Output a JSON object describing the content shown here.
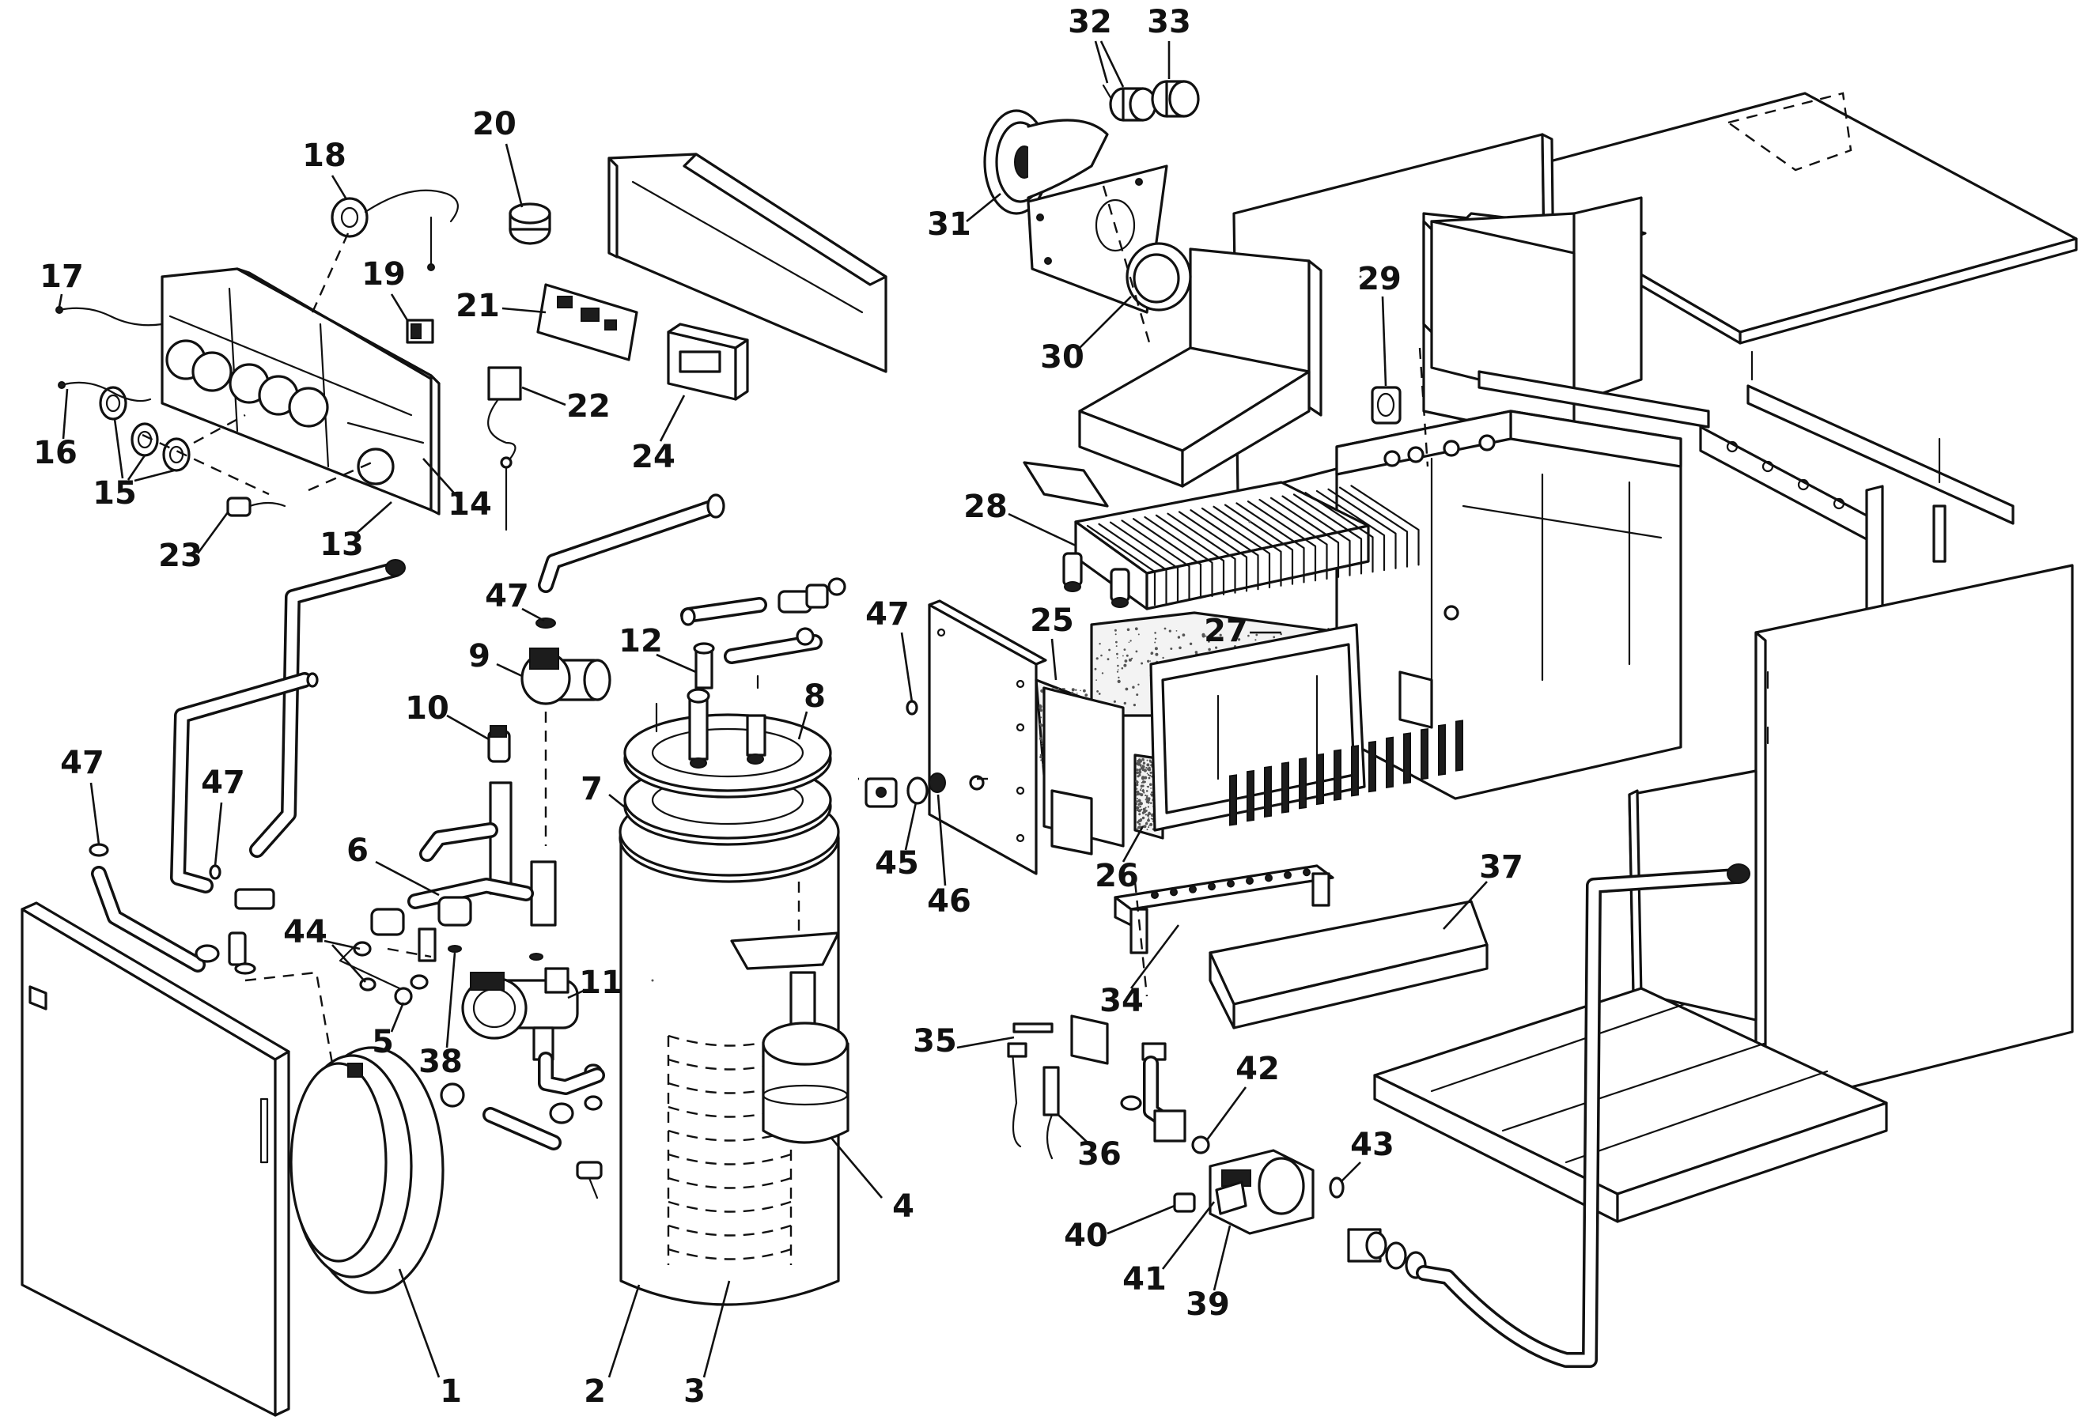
{
  "diagram": {
    "type": "exploded-parts-diagram",
    "subject": "gas boiler with hot water cylinder",
    "callouts": [
      "1",
      "2",
      "3",
      "4",
      "5",
      "6",
      "7",
      "8",
      "9",
      "10",
      "11",
      "12",
      "13",
      "14",
      "15",
      "16",
      "17",
      "18",
      "19",
      "20",
      "21",
      "22",
      "23",
      "24",
      "25",
      "26",
      "27",
      "28",
      "29",
      "30",
      "31",
      "32",
      "33",
      "34",
      "35",
      "36",
      "37",
      "38",
      "39",
      "40",
      "41",
      "42",
      "43",
      "44",
      "45",
      "46",
      "47"
    ],
    "parts": {
      "1": "expansion-vessel",
      "2": "hot-water-cylinder",
      "3": "cylinder-coil",
      "4": "cylinder-expansion-vessel",
      "5": "valve",
      "6": "three-way-valve",
      "7": "cylinder-flange-gasket",
      "8": "cylinder-flange",
      "9": "circulation-pump",
      "10": "safety-valve",
      "11": "cylinder-pump",
      "12": "anode",
      "13": "control-panel",
      "14": "control-panel-front",
      "15": "control-knobs",
      "16": "sensor-wire",
      "17": "sensor-probe",
      "18": "thermometer",
      "19": "switch",
      "20": "fuse-holder",
      "21": "circuit-board",
      "22": "pressure-switch",
      "23": "sensor",
      "24": "timer",
      "25": "insulation-panel",
      "26": "insulation-panel",
      "27": "insulation-panel",
      "28": "heat-exchanger",
      "29": "air-pressure-switch",
      "30": "gasket",
      "31": "fan",
      "32": "flue-fitting",
      "33": "flue-cap",
      "34": "injector-bar",
      "35": "ignition-electrode",
      "36": "flame-sensing-electrode",
      "37": "burner",
      "38": "seal",
      "39": "gas-valve",
      "40": "regulator",
      "41": "gas-valve-connector",
      "42": "washer",
      "43": "o-ring",
      "44": "fitting",
      "45": "sight-glass",
      "46": "gasket",
      "47": "washer"
    }
  }
}
